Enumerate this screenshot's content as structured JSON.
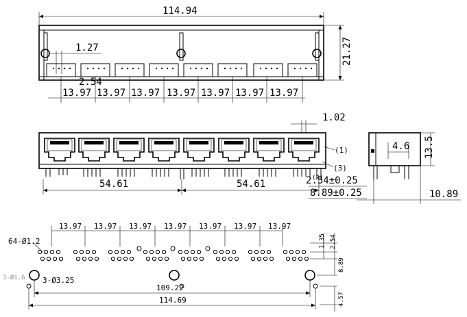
{
  "drawing": {
    "top_view": {
      "overall_width": "114.94",
      "height": "21.27",
      "pin_pitch": "1.27",
      "offset": "2.54",
      "port_pitch": [
        "13.97",
        "13.97",
        "13.97",
        "13.97",
        "13.97",
        "13.97",
        "13.97"
      ]
    },
    "front_view": {
      "thickness": "1.02",
      "half_span_left": "54.61",
      "half_span_right": "54.61",
      "tol_a": "2.54±0.25",
      "tol_b": "8.89±0.25",
      "callout_1": "(1)",
      "callout_2": "(2)",
      "callout_3": "(3)"
    },
    "side_view": {
      "width": "4.6",
      "height": "13.5",
      "depth": "10.89"
    },
    "footprint": {
      "port_pitch": [
        "13.97",
        "13.97",
        "13.97",
        "13.97",
        "13.97",
        "13.97",
        "13.97"
      ],
      "signal_holes": "64-Ø1.2",
      "small_holes": "3-Ø1.6",
      "mount_holes": "3-Ø3.25",
      "row_offset": "1.35",
      "row_span": "2.54",
      "v_dim_a": "8.89",
      "v_dim_b": "4.57",
      "mount_span": "109.22",
      "overall": "114.69"
    }
  }
}
